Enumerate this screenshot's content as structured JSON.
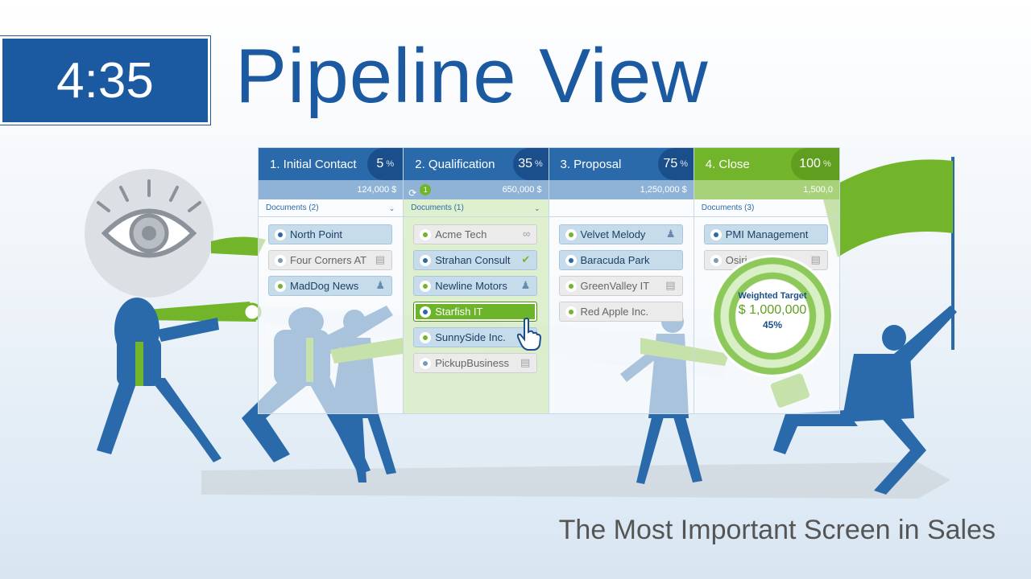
{
  "timer": "4:35",
  "title": "Pipeline View",
  "subtitle": "The Most Important Screen in Sales",
  "colors": {
    "brand_blue": "#1b5aa0",
    "accent_green": "#72b52a"
  },
  "stages": [
    {
      "label": "1. Initial Contact",
      "percent": "5",
      "unit": "%",
      "sum": "124,000 $",
      "documents": "Documents (2)",
      "cards": [
        {
          "name": "North Point"
        },
        {
          "name": "Four Corners AT"
        },
        {
          "name": "MadDog News"
        }
      ]
    },
    {
      "label": "2. Qualification",
      "percent": "35",
      "unit": "%",
      "sum": "650,000 $",
      "badge": "1",
      "documents": "Documents (1)",
      "cards": [
        {
          "name": "Acme Tech"
        },
        {
          "name": "Strahan Consult"
        },
        {
          "name": "Newline Motors"
        },
        {
          "name": "Starfish IT"
        },
        {
          "name": "SunnySide Inc."
        },
        {
          "name": "PickupBusiness"
        }
      ]
    },
    {
      "label": "3. Proposal",
      "percent": "75",
      "unit": "%",
      "sum": "1,250,000 $",
      "documents": "",
      "cards": [
        {
          "name": "Velvet Melody"
        },
        {
          "name": "Baracuda Park"
        },
        {
          "name": "GreenValley IT"
        },
        {
          "name": "Red Apple Inc."
        }
      ]
    },
    {
      "label": "4. Close",
      "percent": "100",
      "unit": "%",
      "sum": "1,500,0",
      "documents": "Documents (3)",
      "cards": [
        {
          "name": "PMI Management"
        },
        {
          "name": "Osiri"
        }
      ]
    }
  ],
  "weighted_target": {
    "label": "Weighted Target",
    "value": "$ 1,000,000",
    "percent": "45%"
  }
}
